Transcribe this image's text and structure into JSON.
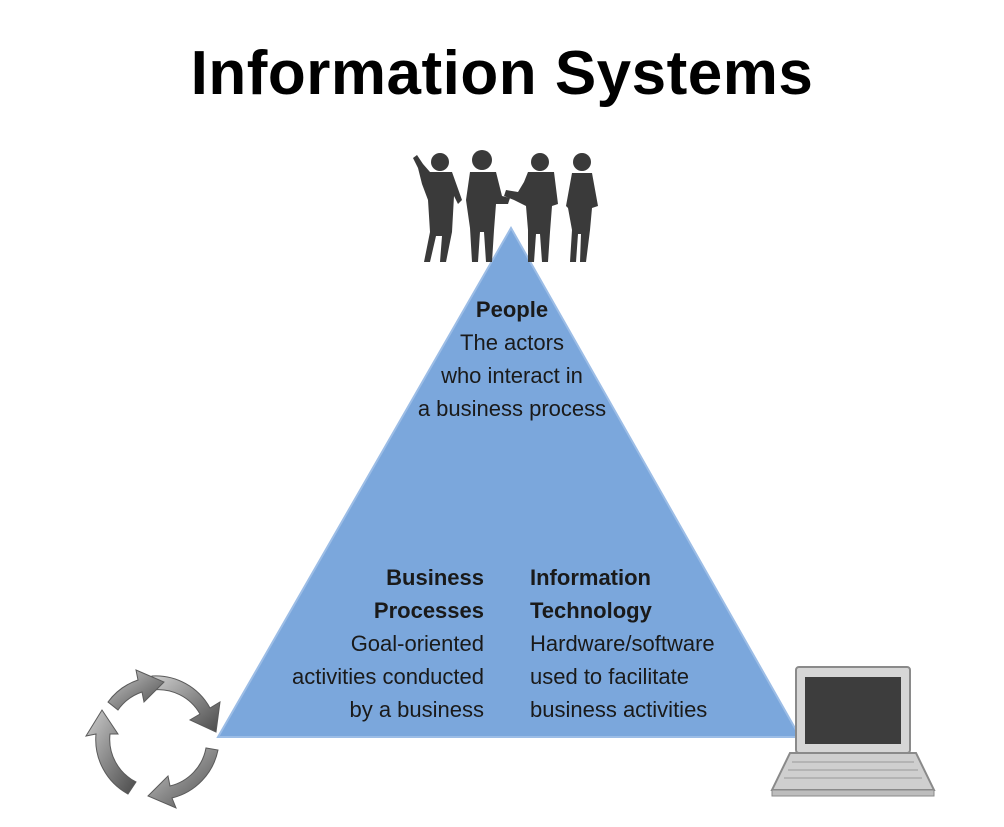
{
  "title": "Information Systems",
  "people": {
    "heading": "People",
    "lines": [
      "The actors",
      "who interact in",
      "a business process"
    ]
  },
  "business_processes": {
    "heading_lines": [
      "Business",
      "Processes"
    ],
    "lines": [
      "Goal-oriented",
      "activities conducted",
      "by a business"
    ]
  },
  "information_technology": {
    "heading_lines": [
      "Information",
      "Technology"
    ],
    "lines": [
      "Hardware/software",
      "used to facilitate",
      "business activities"
    ]
  },
  "colors": {
    "triangle_fill": "#7ba7dc",
    "triangle_stroke": "#9cbde6",
    "silhouette": "#3a3a3a"
  },
  "icons": [
    "people-silhouette-icon",
    "cycle-arrows-icon",
    "laptop-icon"
  ]
}
